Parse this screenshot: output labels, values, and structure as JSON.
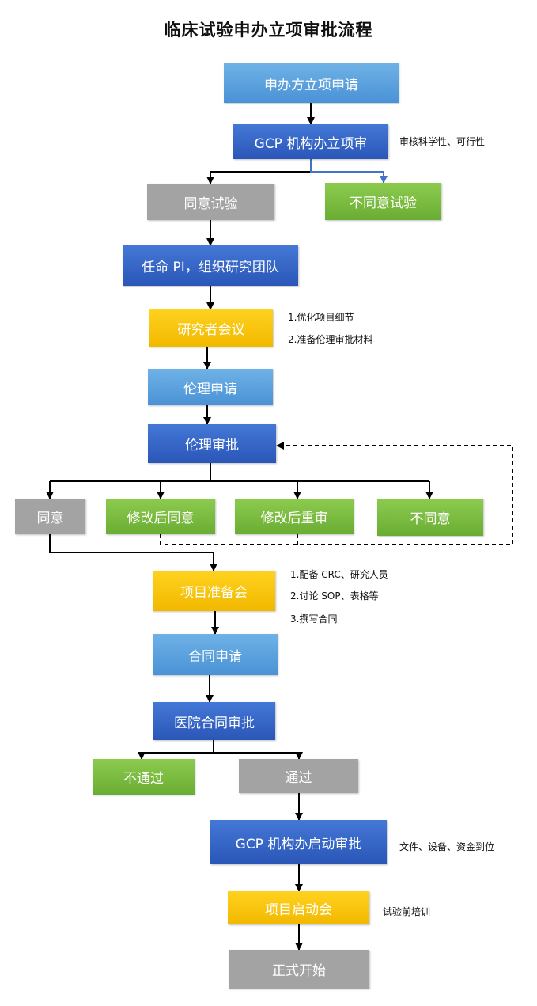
{
  "title": "临床试验申办立项审批流程",
  "nodes": {
    "sponsor_apply": "申办方立项申请",
    "gcp_review": "GCP  机构办立项审",
    "agree_trial": "同意试验",
    "disagree_trial": "不同意试验",
    "appoint_pi": "任命 PI，组织研究团队",
    "researcher_meeting": "研究者会议",
    "ethics_apply": "伦理申请",
    "ethics_approval": "伦理审批",
    "ethics_agree": "同意",
    "agree_after_revision": "修改后同意",
    "rereview_after_revision": "修改后重审",
    "ethics_disagree": "不同意",
    "project_prep_meeting": "项目准备会",
    "contract_apply": "合同申请",
    "hospital_contract_approval": "医院合同审批",
    "not_passed": "不通过",
    "passed": "通过",
    "gcp_start_approval": "GCP 机构办启动审批",
    "kickoff_meeting": "项目启动会",
    "formal_start": "正式开始"
  },
  "notes": {
    "gcp_review": "审核科学性、可行性",
    "researcher_meeting": [
      "1.优化项目细节",
      "2.准备伦理审批材料"
    ],
    "project_prep_meeting": [
      "1.配备 CRC、研究人员",
      "2.讨论 SOP、表格等",
      "3.撰写合同"
    ],
    "gcp_start_approval": "文件、设备、资金到位",
    "kickoff_meeting": "试验前培训"
  },
  "colors": {
    "light_blue": "#5aa3e0",
    "dark_blue": "#3366cc",
    "gray": "#a3a3a3",
    "green": "#77b83f",
    "yellow": "#f9c60b",
    "connector": "#000000",
    "connector_blue": "#4472c4"
  }
}
